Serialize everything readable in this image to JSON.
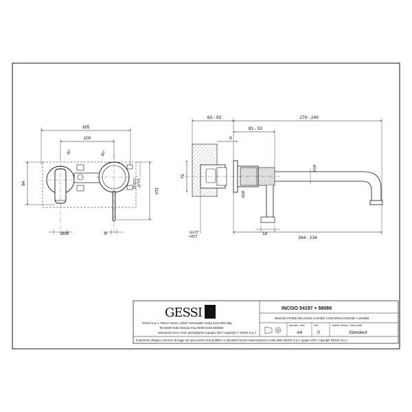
{
  "dims": {
    "left_front": {
      "total_width": "165",
      "inner_width": "100",
      "height": "84",
      "height_right": "114",
      "dia_left": "Ø30",
      "gap": "8",
      "angle_left": "90°",
      "angle_right": "90°",
      "cold_label": "G1/2\"\nCOLD"
    },
    "right_side": {
      "wall_range": "63 - 93",
      "spout_range": "279 - 249",
      "body_range": "81 - 51",
      "offset": "9",
      "height": "75",
      "pipe_dia": "Ø18",
      "lever_dia": "Ø30",
      "lever_width": "18",
      "hot_label": "G1/2\"\nHOT",
      "spout_length": "264 - 234"
    }
  },
  "title_block": {
    "brand": "GESSI",
    "company_line": "Gessi S.p.A. Parco Gessi, 13037 Serravalle Sesia (Vercelli) Italy",
    "tel_line": "Tel.0039 0163 454111 Fax.0039 0163 459350",
    "web_line": "www.gessi.com e-mail: gessi@gessi.it giugno 2017 copyright © GESSI S.p.A.",
    "product": "INCISO 54197 + 58089",
    "description": "MISCELATORE INCASSO LAVABO CON EROGAZIONE A 264MM",
    "format_label": "formato / size",
    "format_value": "A4",
    "rev_label": "Rev.",
    "rev_value": "0",
    "finish_label": "codice cliente / client code",
    "finish_value": "Standard",
    "footer": "È presente disegno a termine di legge non può essere reso pubblico o riprodotto senza l'autorizzazione scritta della GESSI S.p.A. giugno 2017 copyright GESSI S.p.A."
  }
}
